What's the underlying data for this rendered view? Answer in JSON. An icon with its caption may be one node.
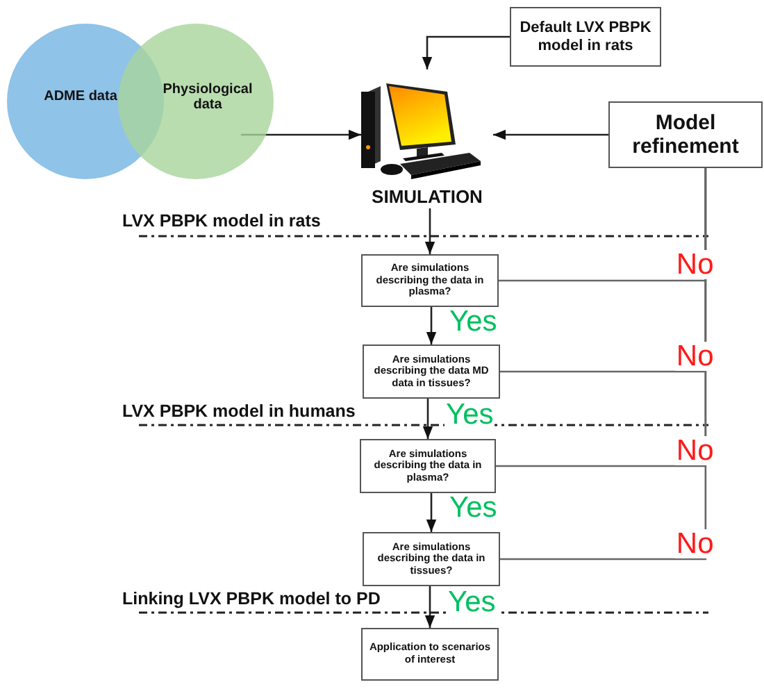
{
  "diagram": {
    "nodes": [
      {
        "text": [
          "ADME data"
        ]
      },
      {
        "text": [
          "Physiological data"
        ]
      },
      {
        "text": [
          "Default LVX PBPK model in rats"
        ]
      },
      {
        "text": [
          "SIMULATION"
        ]
      },
      {
        "text": [
          "Model refinement"
        ]
      },
      {
        "text": [
          "Are simulations describing the data in plasma?"
        ]
      },
      {
        "text": [
          "Are simulations describing the data MD data in tissues?"
        ]
      },
      {
        "text": [
          "Are simulations describing the data in plasma?"
        ]
      },
      {
        "text": [
          "Are simulations describing the data in tissues?"
        ]
      },
      {
        "text": [
          "Application to scenarios of interest"
        ]
      }
    ],
    "edges": [
      {
        "from": 1,
        "to": 3,
        "arrow": "to"
      },
      {
        "from": 2,
        "to": 3,
        "arrow": "to"
      },
      {
        "from": 4,
        "to": 3,
        "arrow": "to"
      },
      {
        "from": 3,
        "to": 5,
        "arrow": "to"
      },
      {
        "from": 5,
        "to": 4,
        "arrow": "none",
        "label": "No"
      },
      {
        "from": 5,
        "to": 6,
        "arrow": "to",
        "label": "Yes"
      },
      {
        "from": 6,
        "to": 4,
        "arrow": "none",
        "label": "No"
      },
      {
        "from": 6,
        "to": 7,
        "arrow": "to",
        "label": "Yes"
      },
      {
        "from": 7,
        "to": 4,
        "arrow": "none",
        "label": "No"
      },
      {
        "from": 7,
        "to": 8,
        "arrow": "to",
        "label": "Yes"
      },
      {
        "from": 8,
        "to": 4,
        "arrow": "none",
        "label": "No"
      },
      {
        "from": 8,
        "to": 9,
        "arrow": "to",
        "label": "Yes"
      }
    ],
    "labels": [
      "LVX PBPK model in rats",
      "LVX PBPK model in humans",
      "Linking LVX PBPK model to PD"
    ]
  }
}
